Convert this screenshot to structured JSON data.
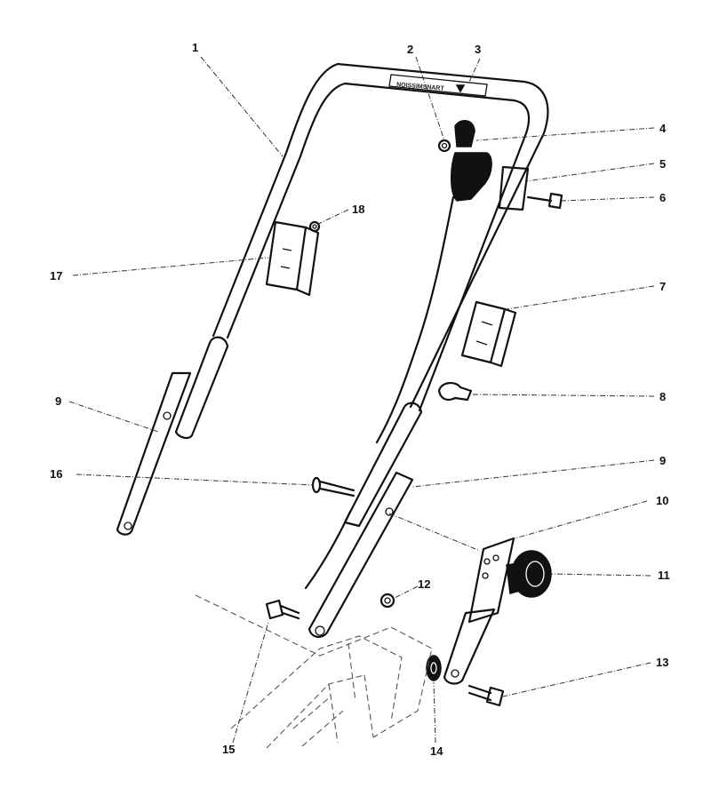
{
  "callouts": {
    "c1": "1",
    "c2": "2",
    "c3": "3",
    "c4": "4",
    "c5": "5",
    "c6": "6",
    "c7": "7",
    "c8": "8",
    "c9a": "9",
    "c9b": "9",
    "c10": "10",
    "c11": "11",
    "c12": "12",
    "c13": "13",
    "c14": "14",
    "c15": "15",
    "c16": "16",
    "c17": "17",
    "c18": "18"
  },
  "decal_text": "NOISSIMSNART",
  "colors": {
    "ink": "#111111",
    "paper": "#ffffff"
  }
}
